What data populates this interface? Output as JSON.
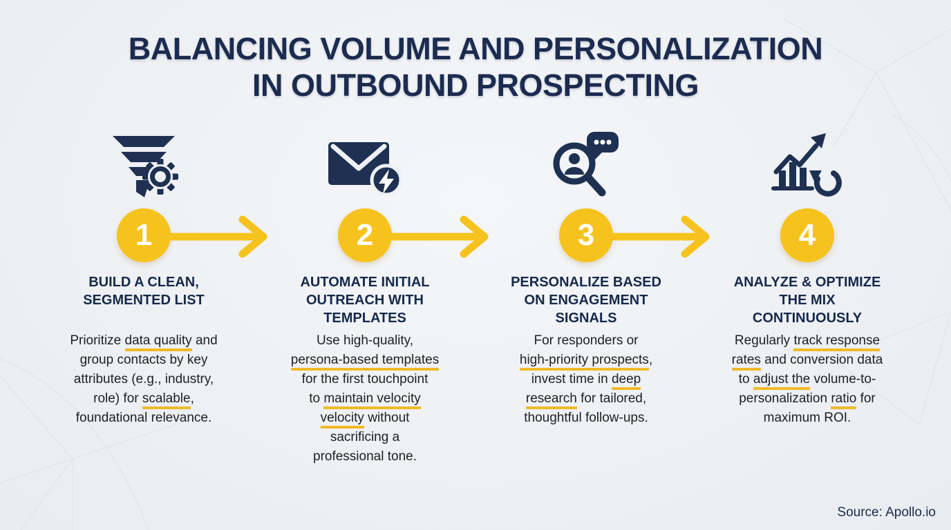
{
  "title": {
    "line1": "BALANCING VOLUME AND PERSONALIZATION",
    "line2": "IN OUTBOUND PROSPECTING"
  },
  "source": "Source: Apollo.io",
  "colors": {
    "navy": "#1e3152",
    "title_navy": "#1c2c50",
    "yellow": "#f6c21d",
    "underline_yellow": "#f0ba27",
    "background": "#eef0f4",
    "body_text": "#1d1f24",
    "number_text": "#ffffff"
  },
  "steps": [
    {
      "number": "1",
      "icon": "funnel-gear-icon",
      "has_arrow": true,
      "heading_lines": [
        "BUILD A CLEAN,",
        "SEGMENTED LIST"
      ],
      "body_lines": [
        [
          {
            "t": "Prioritize "
          },
          {
            "t": "data quality",
            "u": true
          },
          {
            "t": " and"
          }
        ],
        [
          {
            "t": "group contacts by key"
          }
        ],
        [
          {
            "t": "attributes (e.g., industry,"
          }
        ],
        [
          {
            "t": "role) for "
          },
          {
            "t": "scalable",
            "u": true
          },
          {
            "t": ","
          }
        ],
        [
          {
            "t": "foundational relevance."
          }
        ]
      ]
    },
    {
      "number": "2",
      "icon": "envelope-bolt-icon",
      "has_arrow": true,
      "heading_lines": [
        "AUTOMATE INITIAL",
        "OUTREACH WITH",
        "TEMPLATES"
      ],
      "body_lines": [
        [
          {
            "t": "Use high-quality,"
          }
        ],
        [
          {
            "t": "persona-based templates",
            "u": true
          }
        ],
        [
          {
            "t": "for the first touchpoint"
          }
        ],
        [
          {
            "t": "to "
          },
          {
            "t": "maintain velocity",
            "u": true
          }
        ],
        [
          {
            "t": "velocity",
            "u": true
          },
          {
            "t": " without"
          }
        ],
        [
          {
            "t": "sacrificing a"
          }
        ],
        [
          {
            "t": "professional tone."
          }
        ]
      ]
    },
    {
      "number": "3",
      "icon": "magnifier-person-chat-icon",
      "has_arrow": true,
      "heading_lines": [
        "PERSONALIZE BASED",
        "ON ENGAGEMENT",
        "SIGNALS"
      ],
      "body_lines": [
        [
          {
            "t": "For responders or"
          }
        ],
        [
          {
            "t": "high-priority prospects",
            "u": true
          },
          {
            "t": ","
          }
        ],
        [
          {
            "t": "invest time in "
          },
          {
            "t": "deep",
            "u": true
          }
        ],
        [
          {
            "t": "research",
            "u": true
          },
          {
            "t": " for tailored,"
          }
        ],
        [
          {
            "t": "thoughtful follow-ups."
          }
        ]
      ]
    },
    {
      "number": "4",
      "icon": "chart-growth-refresh-icon",
      "has_arrow": false,
      "heading_lines": [
        "ANALYZE & OPTIMIZE",
        "THE MIX",
        "CONTINUOUSLY"
      ],
      "body_lines": [
        [
          {
            "t": "Regularly "
          },
          {
            "t": "track response",
            "u": true
          }
        ],
        [
          {
            "t": "rates",
            "u": true
          },
          {
            "t": " and conversion data"
          }
        ],
        [
          {
            "t": "to "
          },
          {
            "t": "adjust the",
            "u": true
          },
          {
            "t": " volume-to-"
          }
        ],
        [
          {
            "t": "personalization "
          },
          {
            "t": "ratio",
            "u": true
          },
          {
            "t": " for"
          }
        ],
        [
          {
            "t": "maximum ROI."
          }
        ]
      ]
    }
  ]
}
